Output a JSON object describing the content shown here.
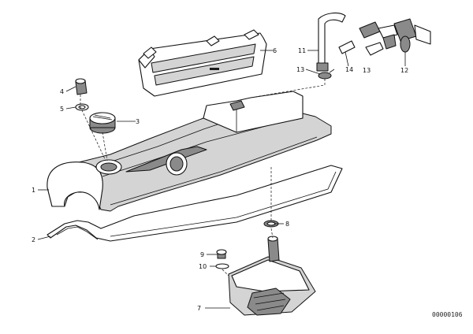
{
  "diagram": {
    "document_number": "00000106",
    "callouts": [
      {
        "id": "c1",
        "text": "1"
      },
      {
        "id": "c2",
        "text": "2"
      },
      {
        "id": "c3",
        "text": "3"
      },
      {
        "id": "c4",
        "text": "4"
      },
      {
        "id": "c5",
        "text": "5"
      },
      {
        "id": "c6",
        "text": "6"
      },
      {
        "id": "c7",
        "text": "7"
      },
      {
        "id": "c8",
        "text": "8"
      },
      {
        "id": "c9",
        "text": "9"
      },
      {
        "id": "c10",
        "text": "10"
      },
      {
        "id": "c11",
        "text": "11"
      },
      {
        "id": "c12",
        "text": "12"
      },
      {
        "id": "c13",
        "text": "13"
      },
      {
        "id": "c14",
        "text": "14"
      },
      {
        "id": "c15",
        "text": "13"
      }
    ]
  }
}
